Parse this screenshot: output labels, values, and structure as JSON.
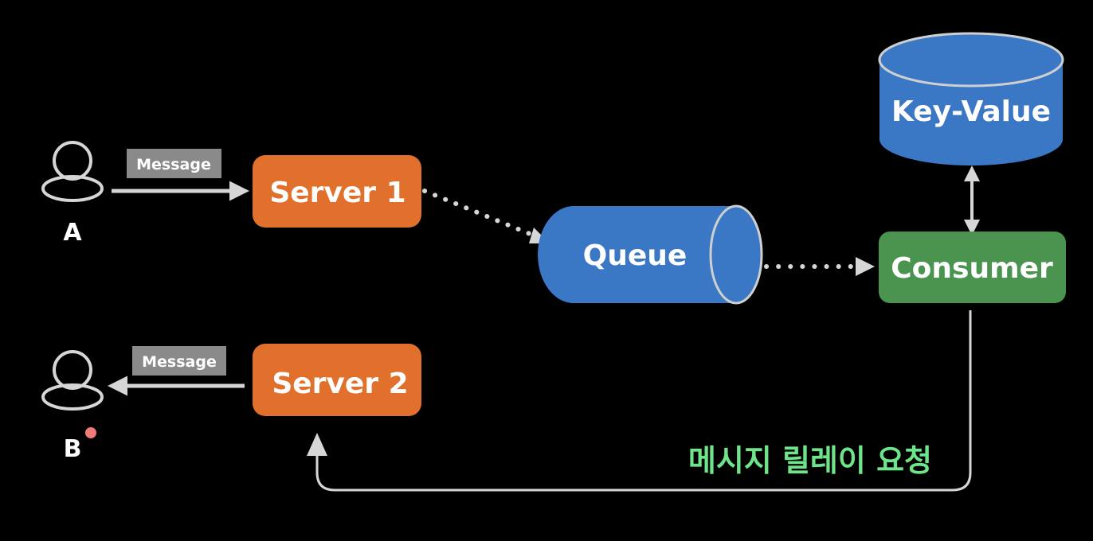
{
  "colors": {
    "background": "#000000",
    "server": "#e0702b",
    "storage": "#3a78c5",
    "consumer": "#4a9450",
    "connector": "#d6d6d6",
    "message_tag": "#8a8a8a",
    "relay_label": "#6ee58a",
    "notification_dot": "#f07a7a"
  },
  "users": {
    "a": {
      "label": "A"
    },
    "b": {
      "label": "B",
      "has_notification": true
    }
  },
  "messages": {
    "a_to_server1": "Message",
    "server2_to_b": "Message"
  },
  "nodes": {
    "server1": {
      "label": "Server 1",
      "type": "process"
    },
    "server2": {
      "label": "Server 2",
      "type": "process"
    },
    "queue": {
      "label": "Queue",
      "type": "queue-cylinder"
    },
    "consumer": {
      "label": "Consumer",
      "type": "process"
    },
    "kv_store": {
      "label": "Key-Value",
      "type": "database-cylinder"
    }
  },
  "edges": [
    {
      "from": "A",
      "to": "Server 1",
      "style": "solid",
      "label": "Message"
    },
    {
      "from": "Server 1",
      "to": "Queue",
      "style": "dotted"
    },
    {
      "from": "Queue",
      "to": "Consumer",
      "style": "dotted"
    },
    {
      "from": "Consumer",
      "to": "Key-Value",
      "style": "solid",
      "bidirectional": true
    },
    {
      "from": "Consumer",
      "to": "Server 2",
      "style": "solid",
      "label": "메시지 릴레이 요청"
    },
    {
      "from": "Server 2",
      "to": "B",
      "style": "solid",
      "label": "Message"
    }
  ],
  "relay_label": "메시지 릴레이 요청"
}
